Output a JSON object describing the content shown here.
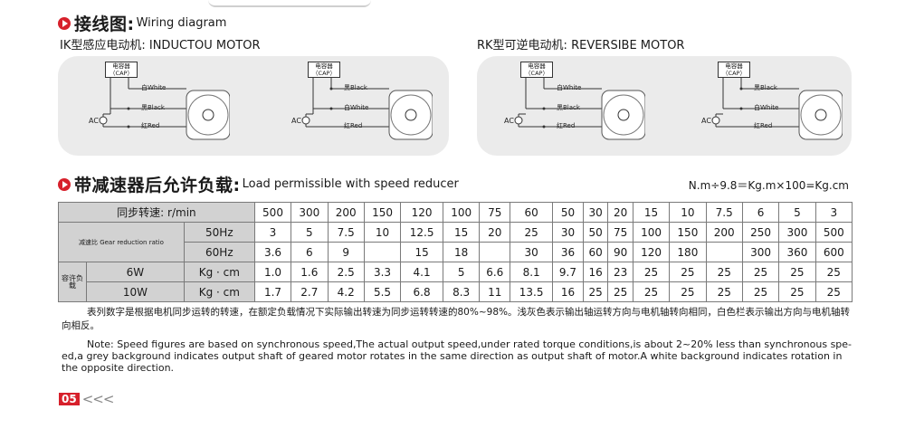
{
  "wiring": {
    "title_zh": "接线图:",
    "title_en": "Wiring diagram",
    "ik_title": "IK型感应电动机: INDUCTOU MOTOR",
    "rk_title": "RK型可逆电动机: REVERSIBE MOTOR",
    "cap_label": "电容器",
    "cap_en": "（CAP）",
    "ac_label": "AC",
    "white_label": "白White",
    "black_label": "黑Black",
    "red_label": "红Red"
  },
  "load": {
    "title_zh": "带减速器后允许负载:",
    "title_en": "Load permissible with speed reducer",
    "formula": "N.m÷9.8＝Kg.m×100=Kg.cm",
    "speed_header": "同步转速: r/min",
    "speeds": [
      "500",
      "300",
      "200",
      "150",
      "120",
      "100",
      "75",
      "60",
      "50",
      "30",
      "20",
      "15",
      "10",
      "7.5",
      "6",
      "5",
      "3"
    ],
    "gear_label": "减速比 Gear reduction ratio",
    "hz50": "50Hz",
    "hz60": "60Hz",
    "ratios50": [
      "3",
      "5",
      "7.5",
      "10",
      "12.5",
      "15",
      "20",
      "25",
      "30",
      "50",
      "75",
      "100",
      "150",
      "200",
      "250",
      "300",
      "500"
    ],
    "ratios60": [
      "3.6",
      "6",
      "9",
      "",
      "15",
      "18",
      "",
      "30",
      "36",
      "60",
      "90",
      "120",
      "180",
      "",
      "300",
      "360",
      "600"
    ],
    "torque_label_zh": "容许负载",
    "w6": "6W",
    "w10": "10W",
    "unit": "Kg · cm",
    "torque6": [
      "1.0",
      "1.6",
      "2.5",
      "3.3",
      "4.1",
      "5",
      "6.6",
      "8.1",
      "9.7",
      "16",
      "23",
      "25",
      "25",
      "25",
      "25",
      "25",
      "25"
    ],
    "torque10": [
      "1.7",
      "2.7",
      "4.2",
      "5.5",
      "6.8",
      "8.3",
      "11",
      "13.5",
      "16",
      "25",
      "25",
      "25",
      "25",
      "25",
      "25",
      "25",
      "25"
    ]
  },
  "notes": {
    "zh": "表列数字是根据电机同步运转的转速，在额定负载情况下实际输出转速为同步运转转速的80%~98%。浅灰色表示输出轴运转方向与电机轴转向相同，白色栏表示输出方向与电机轴转向相反。",
    "en": "Note: Speed figures are based on synchronous speed,The actual output speed,under rated torque conditions,is about 2~20% less than synchronous spe-ed,a grey background indicates output shaft of geared motor rotates in the same direction as output shaft of motor.A white background indicates rotation in the opposite direction."
  },
  "footer": {
    "page_number": "05",
    "arrows": "<<<"
  },
  "colors": {
    "accent": "#d7202b",
    "grey_cell": "#d2d2d2",
    "panel": "#ebebeb"
  }
}
